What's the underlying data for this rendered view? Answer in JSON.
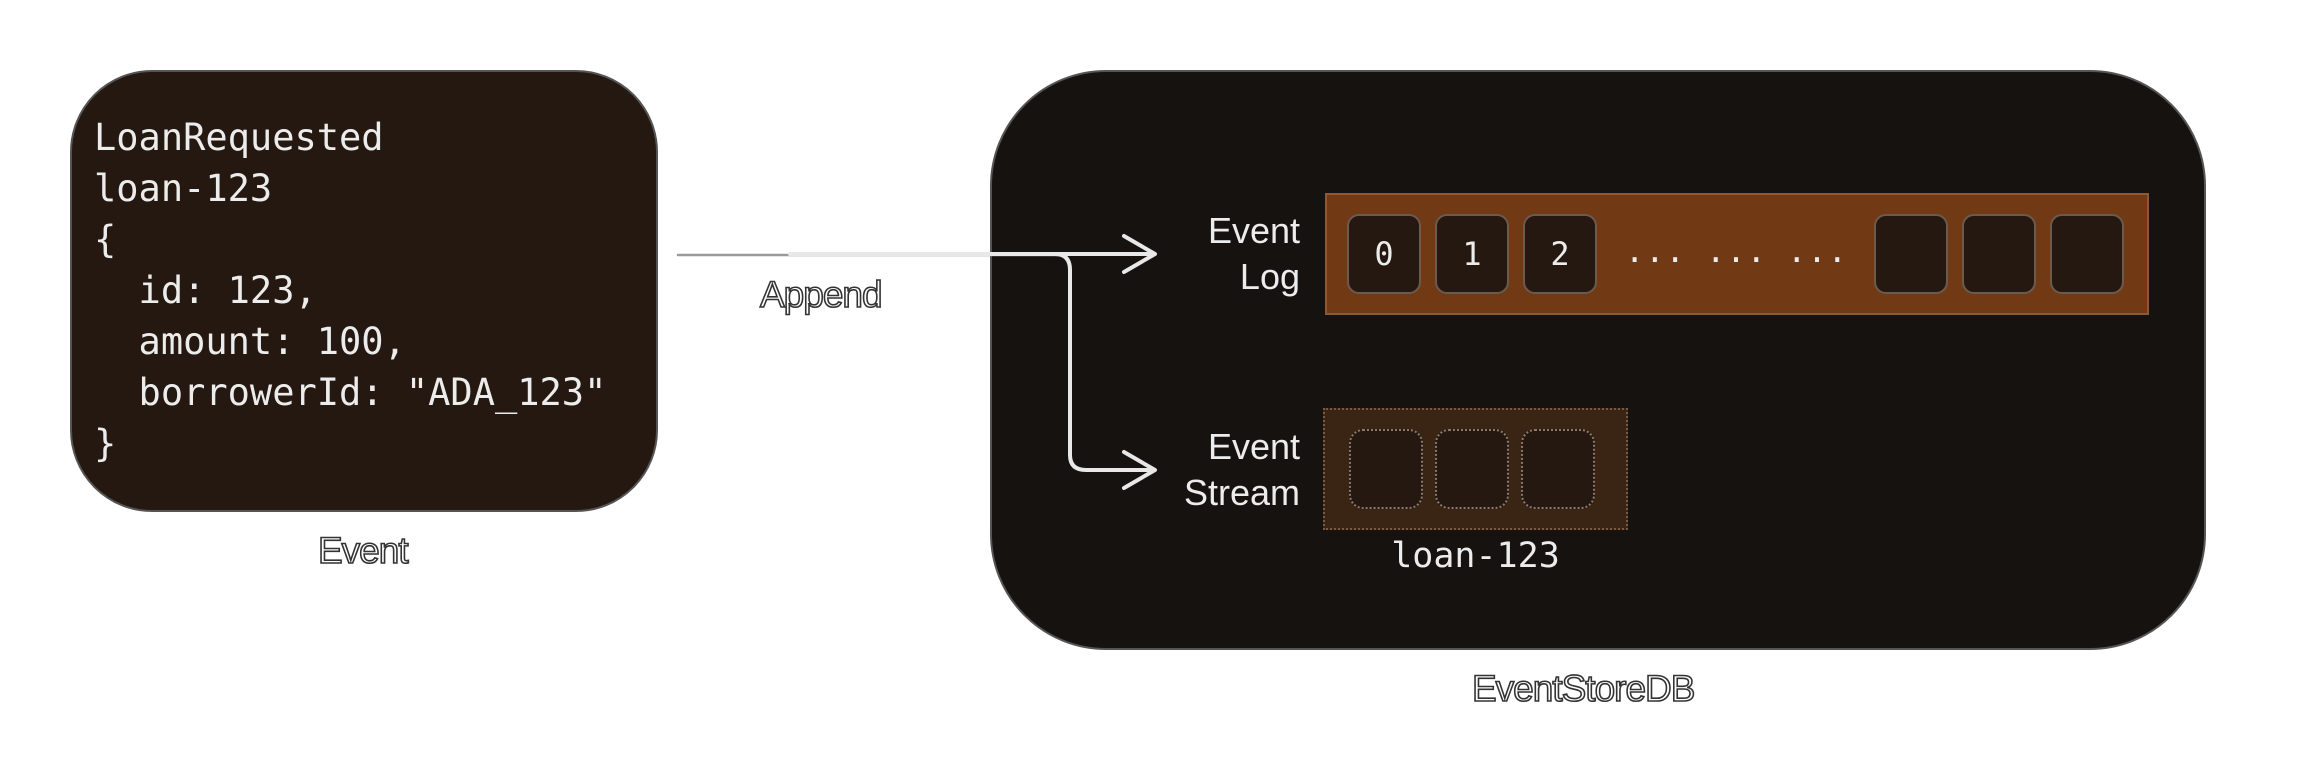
{
  "event": {
    "code_lines": [
      "LoanRequested",
      "loan-123",
      "{",
      "  id: 123,",
      "  amount: 100,",
      "  borrowerId: \"ADA_123\"",
      "}"
    ],
    "caption": "Event"
  },
  "arrow": {
    "label": "Append"
  },
  "store": {
    "caption": "EventStoreDB",
    "log": {
      "label_line1": "Event",
      "label_line2": "Log",
      "cells": [
        "0",
        "1",
        "2"
      ],
      "ellipsis": "... ... ..."
    },
    "stream": {
      "label_line1": "Event",
      "label_line2": "Stream",
      "name": "loan-123"
    }
  }
}
